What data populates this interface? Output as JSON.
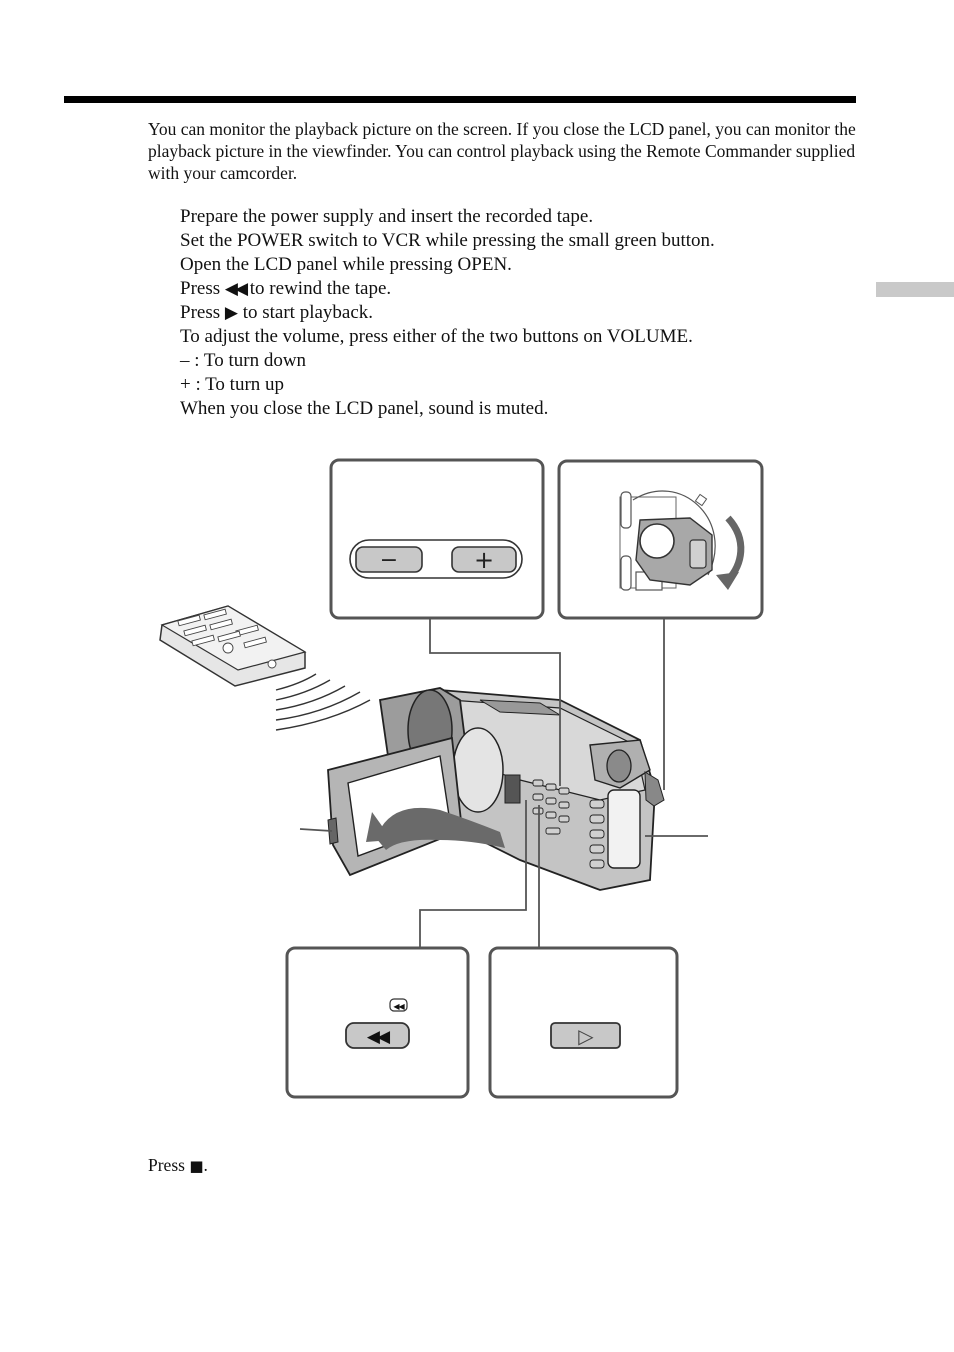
{
  "intro": "You can monitor the playback picture on the screen. If you close the LCD panel, you can monitor the playback picture in the viewfinder. You can control playback using the Remote Commander supplied with your camcorder.",
  "steps": {
    "s1": "Prepare the power supply and insert the recorded tape.",
    "s2": "Set the POWER switch to VCR while pressing the small green button.",
    "s3": "Open the LCD panel while pressing OPEN.",
    "s4_pre": "Press ",
    "s4_glyph": "◀◀",
    "s4_post": " to rewind the tape.",
    "s5_pre": "Press ",
    "s5_glyph": "▶",
    "s5_post": " to start playback.",
    "s6": "To adjust the volume, press either of the two buttons on VOLUME.",
    "s7": "– : To turn down",
    "s8": "+ : To turn up",
    "s9": "When you close the LCD panel, sound is muted."
  },
  "stop": {
    "pre": "Press ",
    "glyph": "■",
    "post": "."
  },
  "icons": {
    "minus": "−",
    "plus": "+",
    "rewind_small": "◀◀",
    "rewind": "◀◀",
    "play": "▷"
  }
}
